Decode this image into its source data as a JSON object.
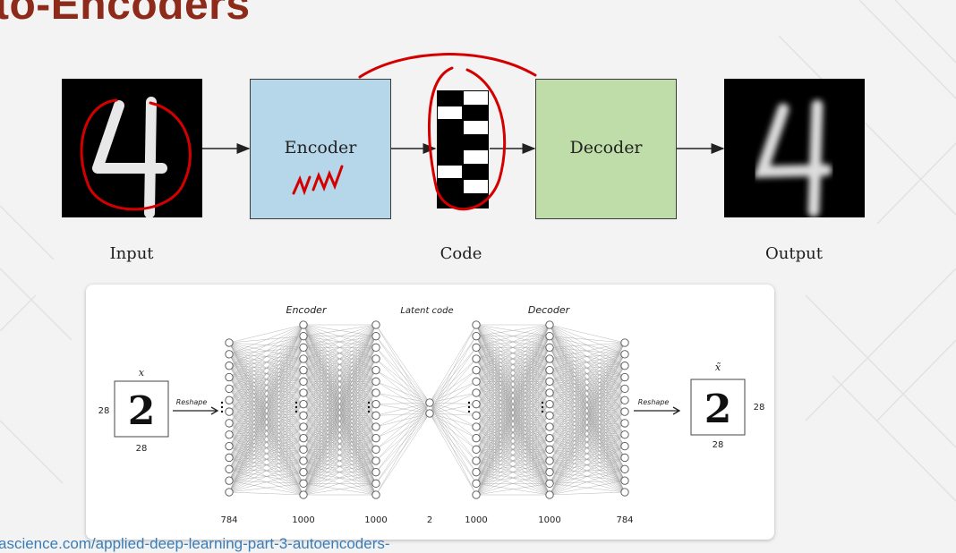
{
  "slide": {
    "title": "to-Encoders",
    "source_url": "ascience.com/applied-deep-learning-part-3-autoencoders-"
  },
  "top_diagram": {
    "encoder_label": "Encoder",
    "decoder_label": "Decoder",
    "captions": {
      "input": "Input",
      "code": "Code",
      "output": "Output"
    },
    "code_pattern": [
      [
        1,
        0
      ],
      [
        0,
        1
      ],
      [
        1,
        0
      ],
      [
        1,
        1
      ],
      [
        1,
        0
      ],
      [
        0,
        1
      ],
      [
        1,
        0
      ],
      [
        1,
        1
      ]
    ],
    "input_digit": "4",
    "annotation_ink_color": "#d40000",
    "handwritten_note": "NN"
  },
  "network_figure": {
    "encoder_label": "Encoder",
    "latent_label": "Latent code",
    "decoder_label": "Decoder",
    "input_symbol": "x",
    "output_symbol": "x̃",
    "input_digit": "2",
    "output_digit": "2",
    "reshape_label_left": "Reshape",
    "reshape_label_right": "Reshape",
    "input_height": "28",
    "input_width": "28",
    "output_height": "28",
    "output_width": "28",
    "layer_sizes": [
      "784",
      "1000",
      "1000",
      "2",
      "1000",
      "1000",
      "784"
    ]
  }
}
